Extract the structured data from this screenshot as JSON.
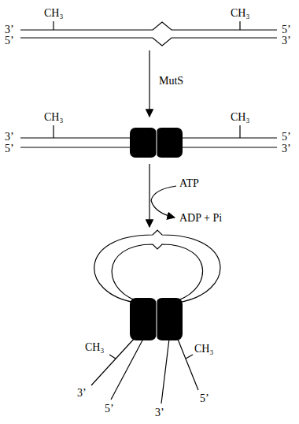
{
  "diagram": {
    "labels": [
      "CH₃",
      "CH₃",
      "3’",
      "5’",
      "5’",
      "3’",
      "MutS",
      "CH₃",
      "CH₃",
      "3’",
      "5’",
      "5’",
      "3’",
      "ATP",
      "ADP + Pi",
      "CH₃",
      "CH₃",
      "3’",
      "5’",
      "3’",
      "5’"
    ]
  }
}
